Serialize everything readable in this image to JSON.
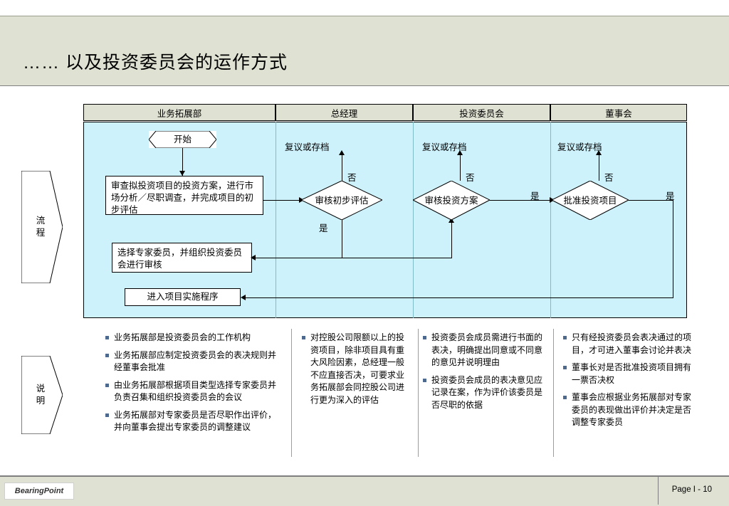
{
  "header": {
    "title": "…… 以及投资委员会的运作方式"
  },
  "lanes": [
    {
      "label": "业务拓展部"
    },
    {
      "label": "总经理"
    },
    {
      "label": "投资委员会"
    },
    {
      "label": "董事会"
    }
  ],
  "side_tabs": [
    {
      "label": "流\n程"
    },
    {
      "label": "说\n明"
    }
  ],
  "flow": {
    "start": "开始",
    "box_review_plan": "审查拟投资项目的投资方案，进行市场分析／尽职调查，并完成项目的初步评估",
    "box_select_expert": "选择专家委员，并组织投资委员会进行审核",
    "box_enter_process": "进入项目实施程序",
    "decision_gm": "审核初步评估",
    "decision_ic": "审核投资方案",
    "decision_board": "批准投资项目",
    "label_archive_gm": "复议或存档",
    "label_archive_ic": "复议或存档",
    "label_archive_board": "复议或存档",
    "no_gm": "否",
    "no_ic": "否",
    "no_board": "否",
    "yes_gm": "是",
    "yes_ic": "是",
    "yes_board": "是"
  },
  "notes": {
    "col1": [
      "业务拓展部是投资委员会的工作机构",
      "业务拓展部应制定投资委员会的表决规则并经董事会批准",
      "由业务拓展部根据项目类型选择专家委员并负责召集和组织投资委员会的会议",
      "业务拓展部对专家委员是否尽职作出评价，并向董事会提出专家委员的调整建议"
    ],
    "col2": [
      "对控股公司限额以上的投资项目，除非项目具有重大风险因素，总经理一般不应直接否决，可要求业务拓展部会同控股公司进行更为深入的评估"
    ],
    "col3": [
      "投资委员会成员需进行书面的表决，明确提出同意或不同意的意见并说明理由",
      "投资委员会成员的表决意见应记录在案，作为评价该委员是否尽职的依据"
    ],
    "col4": [
      "只有经投资委员会表决通过的项目，才可进入董事会讨论并表决",
      "董事长对是否批准投资项目拥有一票否决权",
      "董事会应根据业务拓展部对专家委员的表现做出评价并决定是否调整专家委员"
    ]
  },
  "footer": {
    "logo": "BearingPoint",
    "page": "Page I -  10"
  }
}
